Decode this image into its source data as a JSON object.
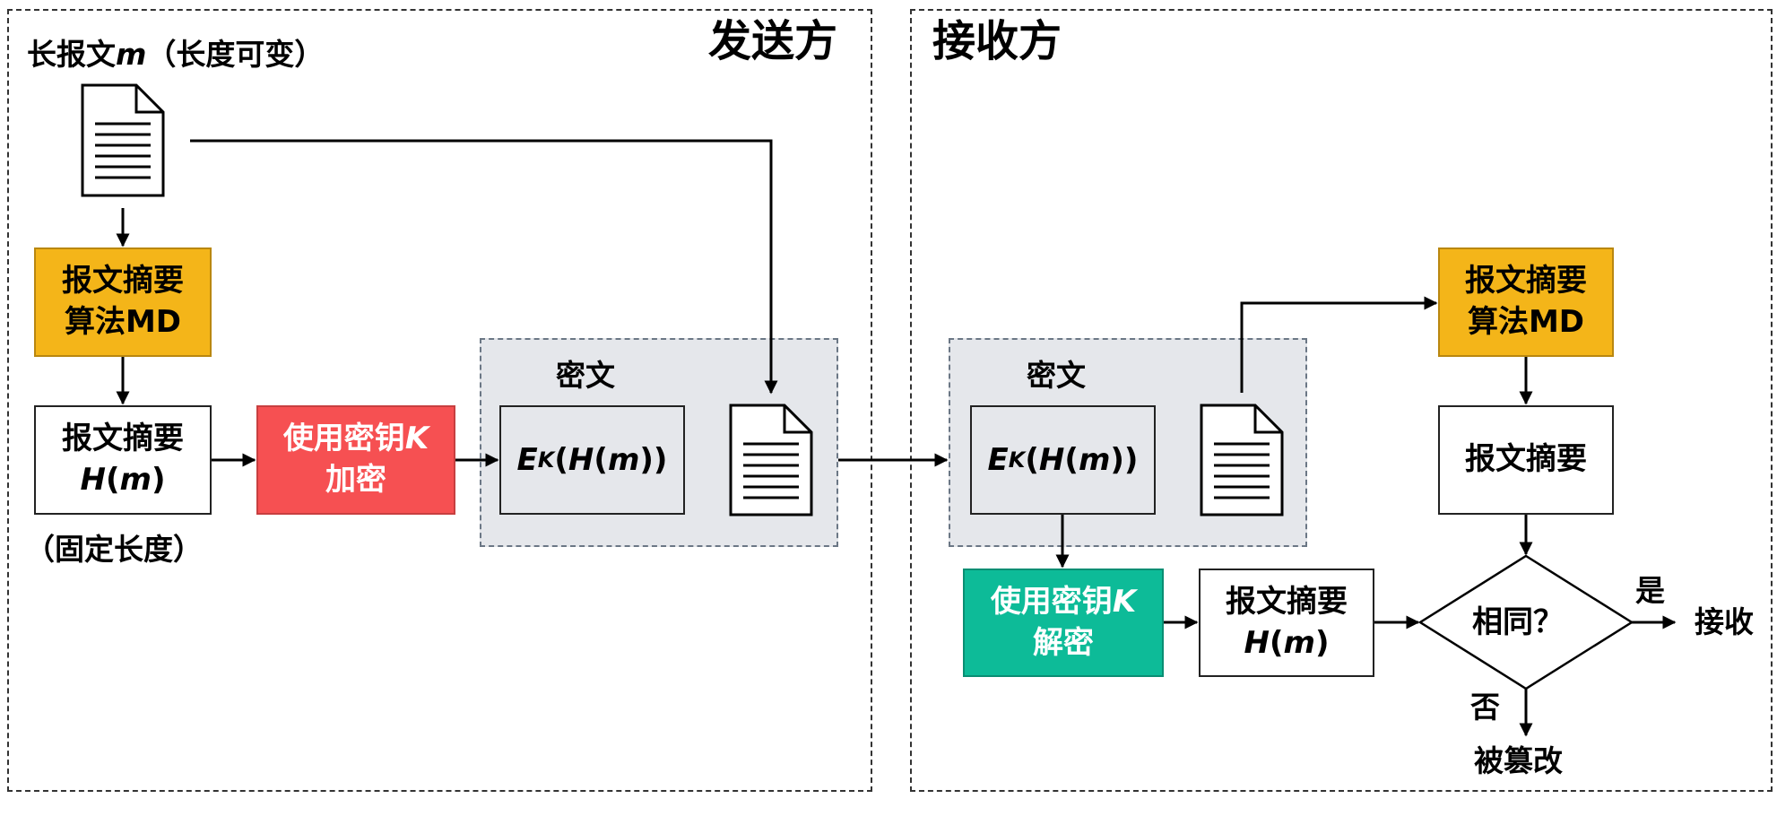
{
  "sender": {
    "title": "发送方",
    "long_message": {
      "label": "长报文",
      "var": "m",
      "suffix": "（长度可变）"
    },
    "digest_algo": {
      "line1": "报文摘要",
      "line2": "算法MD"
    },
    "digest": {
      "line1": "报文摘要",
      "func": "H",
      "var": "m"
    },
    "fixed_length": "（固定长度）",
    "encrypt": {
      "line1": "使用密钥",
      "key": "K",
      "line2": "加密"
    },
    "ciphertext": {
      "label": "密文",
      "E": "E",
      "sub": "K",
      "H": "H",
      "var": "m"
    }
  },
  "receiver": {
    "title": "接收方",
    "ciphertext": {
      "label": "密文",
      "E": "E",
      "sub": "K",
      "H": "H",
      "var": "m"
    },
    "digest_algo": {
      "line1": "报文摘要",
      "line2": "算法MD"
    },
    "digest_plain": {
      "label": "报文摘要"
    },
    "decrypt": {
      "line1": "使用密钥",
      "key": "K",
      "line2": "解密"
    },
    "digest_decrypted": {
      "line1": "报文摘要",
      "func": "H",
      "var": "m"
    },
    "compare": {
      "label": "相同？"
    },
    "yes_label": "是",
    "accept": "接收",
    "no_label": "否",
    "tampered": "被篡改"
  }
}
